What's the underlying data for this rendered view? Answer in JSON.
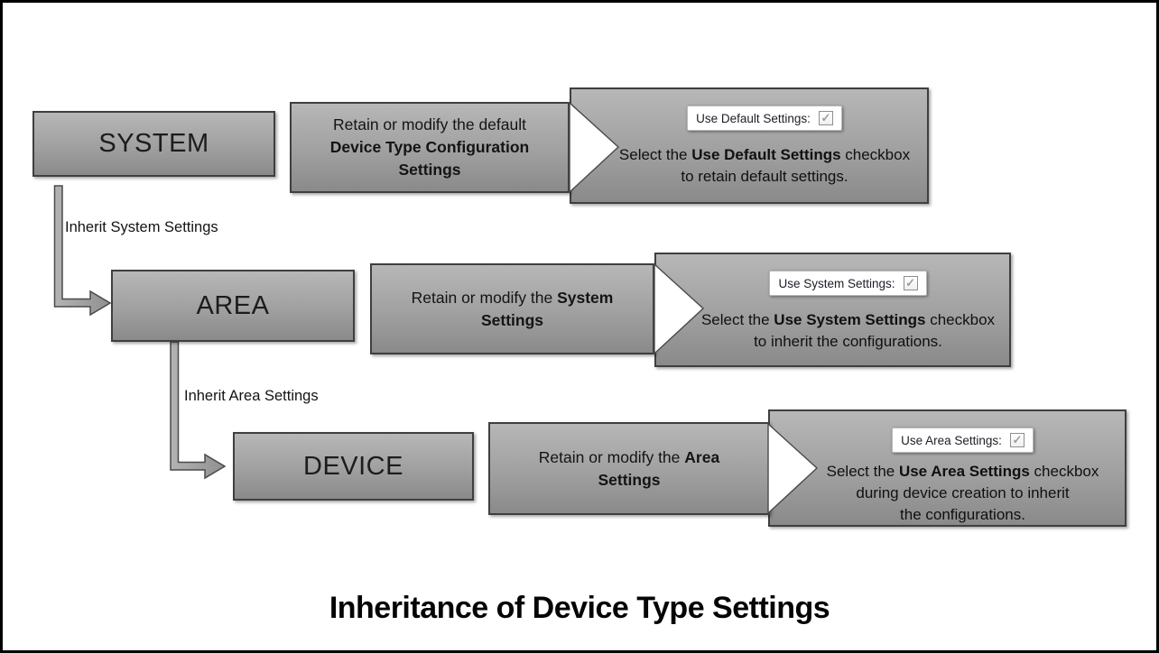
{
  "title": "Inheritance of Device Type Settings",
  "glyphs": {
    "check": "✓"
  },
  "colors": {
    "background": "#ffffff",
    "canvas_border": "#000000",
    "box_gradient_top": "#b7b7b7",
    "box_gradient_bottom": "#8a8a8a",
    "box_border": "#3f3f3f",
    "arrow_fill": "#a8a8a8",
    "arrow_stroke": "#4a4a4a",
    "callout_pointer": "#ffffff",
    "checkbox_panel": "#ffffff",
    "check_color": "#9d9d9d",
    "text": "#141414"
  },
  "rows": [
    {
      "level": "SYSTEM",
      "action_normal": "Retain or modify the default\n",
      "action_bold": "Device Type Configuration\nSettings",
      "checkbox_label": "Use Default Settings:",
      "caption_prefix": "Select the ",
      "caption_bold": "Use Default Settings",
      "caption_suffix": " checkbox\nto retain default settings."
    },
    {
      "level": "AREA",
      "action_normal": "Retain or modify the ",
      "action_bold": "System\nSettings",
      "checkbox_label": "Use System Settings:",
      "caption_prefix": "Select the ",
      "caption_bold": "Use System Settings",
      "caption_suffix": " checkbox\nto inherit the configurations."
    },
    {
      "level": "DEVICE",
      "action_normal": "Retain or modify the ",
      "action_bold": "Area\nSettings",
      "checkbox_label": "Use Area Settings:",
      "caption_prefix": "Select the ",
      "caption_bold": "Use Area Settings",
      "caption_suffix": " checkbox\nduring device creation to inherit\nthe configurations."
    }
  ],
  "connectors": [
    {
      "label": "Inherit System Settings"
    },
    {
      "label": "Inherit Area Settings"
    }
  ]
}
